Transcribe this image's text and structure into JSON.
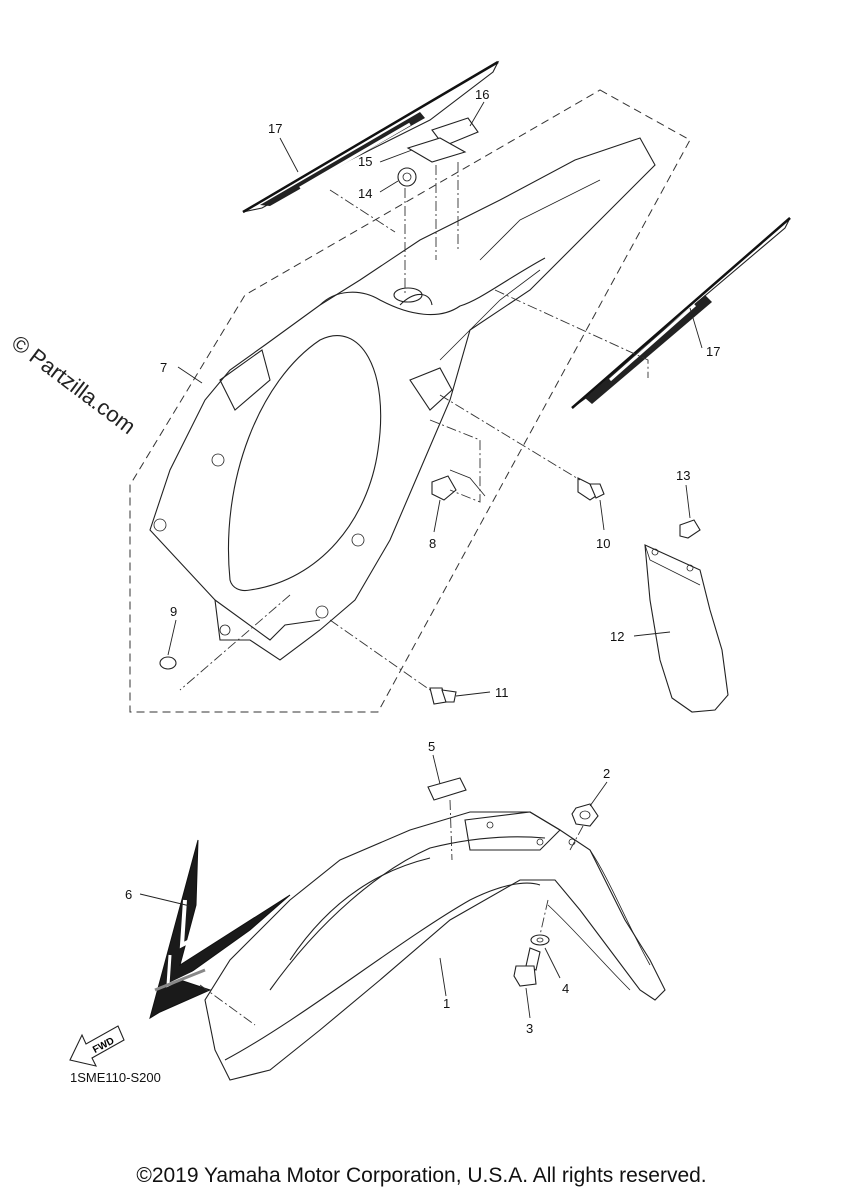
{
  "watermark": "© Partzilla.com",
  "diagram_code": "1SME110-S200",
  "fwd_label": "FWD",
  "copyright": "©2019 Yamaha Motor Corporation, U.S.A. All rights reserved.",
  "callouts": {
    "c1": "1",
    "c2": "2",
    "c3": "3",
    "c4": "4",
    "c5": "5",
    "c6": "6",
    "c7": "7",
    "c8": "8",
    "c9": "9",
    "c10": "10",
    "c11": "11",
    "c12": "12",
    "c13": "13",
    "c14": "14",
    "c15": "15",
    "c16": "16",
    "c17a": "17",
    "c17b": "17"
  }
}
